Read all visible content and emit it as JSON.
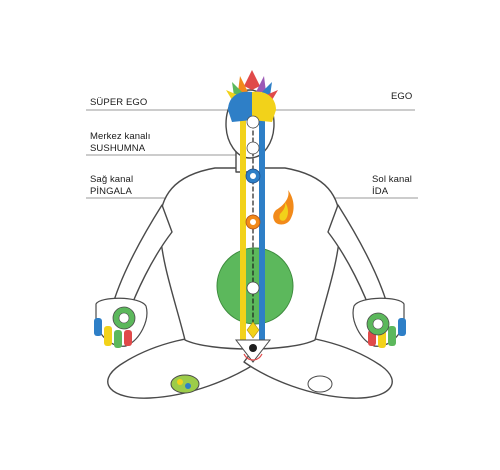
{
  "labels": {
    "super_ego": "SÜPER EGO",
    "ego": "EGO",
    "central_line1": "Merkez kanalı",
    "central_line2": "SUSHUMNA",
    "right_line1": "Sağ kanal",
    "right_line2": "PİNGALA",
    "left_line1": "Sol kanal",
    "left_line2": "İDA"
  },
  "colors": {
    "outline": "#4a4a4a",
    "ida_channel": "#2e7fc7",
    "pingala_channel": "#f2d21a",
    "sushumna_channel": "#1e1e1e",
    "heart_circle": "#5cb85c",
    "crown_left": "#2e7fc7",
    "crown_right": "#f2d21a",
    "flame": "#f28a1a"
  }
}
